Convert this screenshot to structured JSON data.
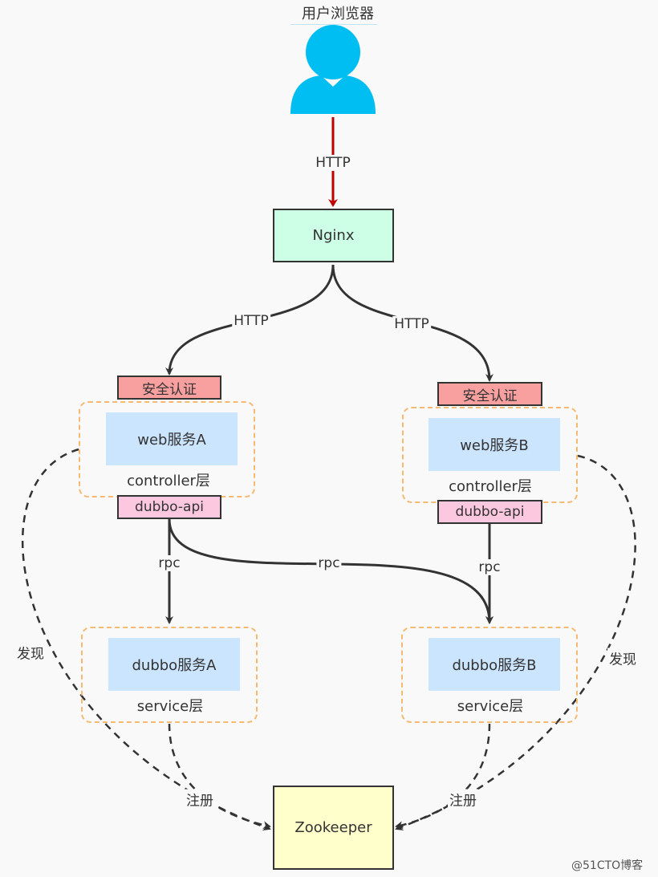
{
  "colors": {
    "user": "#00bef2",
    "nginx": "#ccffe6",
    "zookeeper": "#ffffcc",
    "auth": "#f8a0a0",
    "api": "#fcc8e0",
    "inner": "#cce5ff",
    "http_arrow": "#c00000",
    "edge": "#333333"
  },
  "user": {
    "title": "用户浏览器",
    "icon": "user-icon"
  },
  "nginx": {
    "label": "Nginx"
  },
  "zookeeper": {
    "label": "Zookeeper"
  },
  "web_a": {
    "auth": "安全认证",
    "service": "web服务A",
    "layer": "controller层",
    "api": "dubbo-api"
  },
  "web_b": {
    "auth": "安全认证",
    "service": "web服务B",
    "layer": "controller层",
    "api": "dubbo-api"
  },
  "dubbo_a": {
    "service": "dubbo服务A",
    "layer": "service层"
  },
  "dubbo_b": {
    "service": "dubbo服务B",
    "layer": "service层"
  },
  "edges": {
    "user_to_nginx": "HTTP",
    "nginx_to_a": "HTTP",
    "nginx_to_b": "HTTP",
    "api_a_to_dubbo_a": "rpc",
    "api_a_to_dubbo_b": "rpc",
    "api_b_to_dubbo_b": "rpc",
    "discover_left": "发现",
    "discover_right": "发现",
    "register_left": "注册",
    "register_right": "注册"
  },
  "watermark": "@51CTO博客"
}
